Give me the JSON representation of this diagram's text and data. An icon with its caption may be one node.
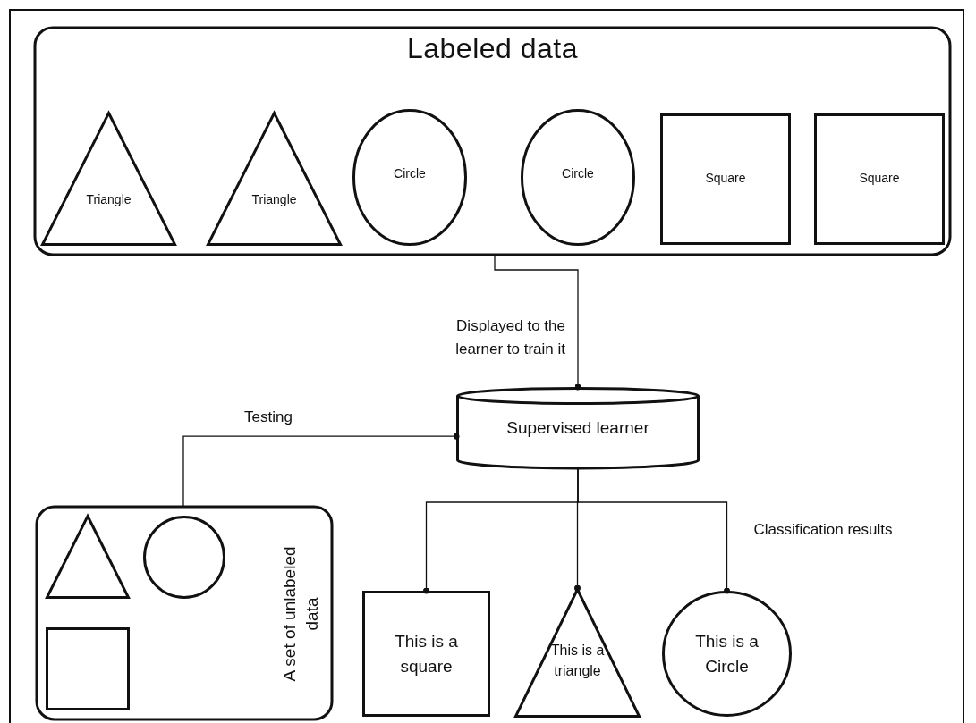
{
  "diagram": {
    "nodes": [
      {
        "text": [
          "Labeled data"
        ]
      },
      {
        "text": [
          "Triangle"
        ],
        "in": 0
      },
      {
        "text": [
          "Triangle"
        ],
        "in": 0
      },
      {
        "text": [
          "Circle"
        ],
        "in": 0
      },
      {
        "text": [
          "Circle"
        ],
        "in": 0
      },
      {
        "text": [
          "Square"
        ],
        "in": 0
      },
      {
        "text": [
          "Square"
        ],
        "in": 0
      },
      {
        "text": [
          "Supervised learner"
        ]
      },
      {
        "text": [
          "A set of unlabeled data"
        ]
      },
      {
        "text": [],
        "shape": "triangle",
        "in": 8
      },
      {
        "text": [],
        "shape": "circle",
        "in": 8
      },
      {
        "text": [],
        "shape": "box",
        "in": 8
      },
      {
        "text": [
          "This is a square"
        ]
      },
      {
        "text": [
          "This is a triangle"
        ]
      },
      {
        "text": [
          "This is a Circle"
        ]
      }
    ],
    "edges": [
      {
        "from": 0,
        "to": 7,
        "arrow": "other",
        "label": "Displayed to the learner to train it"
      },
      {
        "from": 8,
        "to": 7,
        "arrow": "other",
        "label": "Testing"
      },
      {
        "from": 7,
        "to": 12,
        "arrow": "other"
      },
      {
        "from": 7,
        "to": 13,
        "arrow": "other"
      },
      {
        "from": 7,
        "to": 14,
        "arrow": "other"
      }
    ],
    "labels": [
      "Classification results"
    ]
  }
}
